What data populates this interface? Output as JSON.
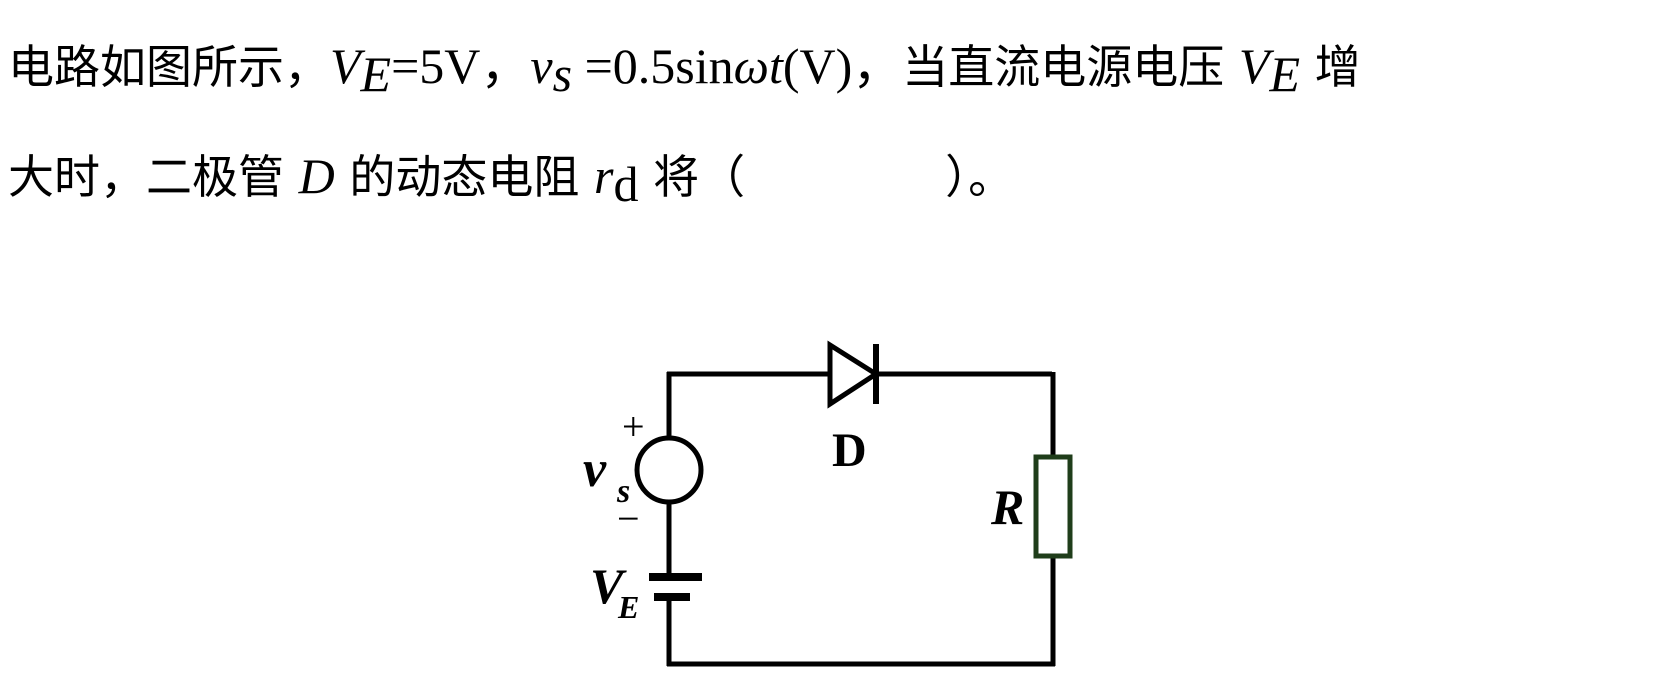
{
  "question": {
    "line1": {
      "prefix": "电路如图所示，",
      "ve_symbol": "V",
      "ve_sub": "E",
      "ve_value": "=5V，",
      "vs_symbol": "v",
      "vs_sub": "s",
      "vs_expr_a": " =0.5sin",
      "vs_omega_t": "ωt",
      "vs_expr_b": "(V)，",
      "mid": "当直流电源电压 ",
      "ve2_symbol": "V",
      "ve2_sub": "E",
      "suffix": " 增"
    },
    "line2": {
      "prefix": "大时，二极管 ",
      "d_symbol": "D",
      "mid": " 的动态电阻 ",
      "rd_symbol": "r",
      "rd_sub": "d",
      "suffix_a": " 将（",
      "suffix_b": "）。"
    }
  },
  "circuit": {
    "source_label": "v",
    "source_sub": "s",
    "source_plus": "+",
    "source_minus": "−",
    "battery_label": "V",
    "battery_sub": "E",
    "diode_label": "D",
    "resistor_label": "R",
    "resistor_color": "#1f3d1a"
  }
}
